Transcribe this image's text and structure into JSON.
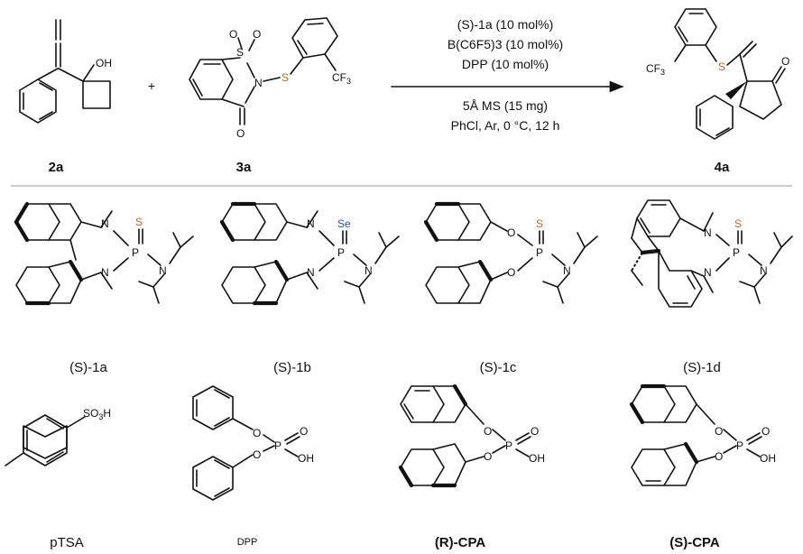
{
  "reaction": {
    "reactant1_label": "2a",
    "reactant2_label": "3a",
    "product_label": "4a",
    "plus": "+",
    "conditions_above": [
      "(S)-1a (10 mol%)",
      "B(C6F5)3 (10 mol%)",
      "DPP (10 mol%)"
    ],
    "conditions_below": [
      "5Å MS (15 mg)",
      "PhCl, Ar, 0 °C, 12 h"
    ]
  },
  "atoms": {
    "oh": "OH",
    "o": "O",
    "s": "S",
    "n": "N",
    "p": "P",
    "se": "Se",
    "cf3": "CF",
    "cf3_sub": "3",
    "so3h": "SO",
    "so3h_sub": "3",
    "so3h_tail": "H"
  },
  "catalysts": [
    {
      "label": "(S)-1a",
      "heteroatom": "S"
    },
    {
      "label": "(S)-1b",
      "heteroatom": "Se"
    },
    {
      "label": "(S)-1c",
      "heteroatom": "S"
    },
    {
      "label": "(S)-1d",
      "heteroatom": "S"
    }
  ],
  "acids": [
    {
      "label": "pTSA"
    },
    {
      "label": "DPP"
    },
    {
      "label": "(R)-CPA"
    },
    {
      "label": "(S)-CPA"
    }
  ],
  "colors": {
    "sulfur": "#e06010",
    "selenium": "#1f4fa6",
    "bond": "#111111",
    "divider": "#bbbbbb"
  }
}
